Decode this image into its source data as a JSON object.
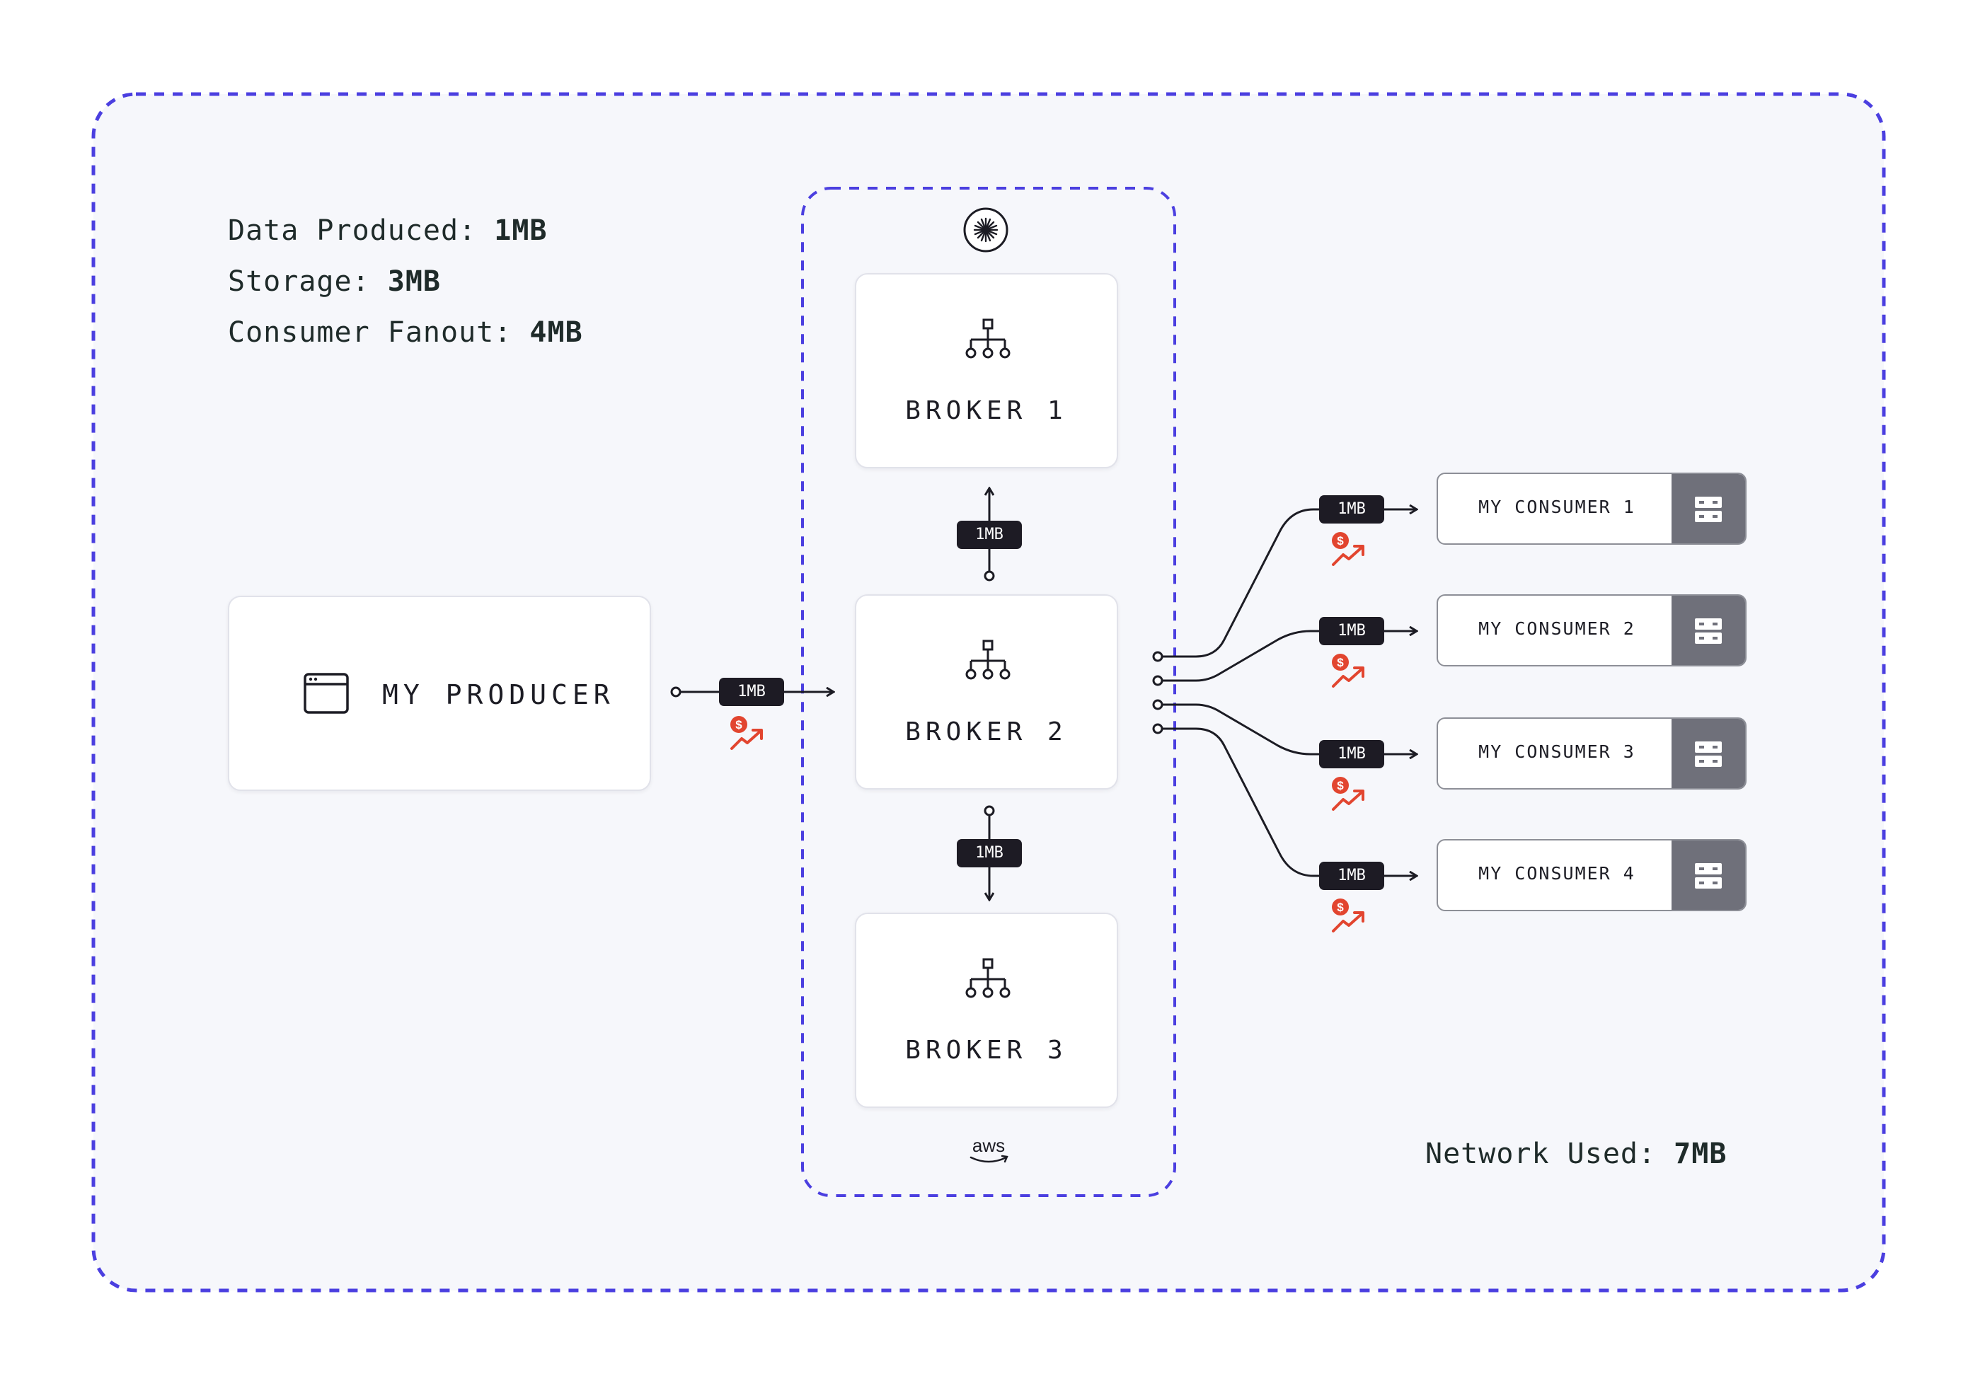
{
  "stats": {
    "data_produced_label": "Data Produced:",
    "data_produced_value": "1MB",
    "storage_label": "Storage:",
    "storage_value": "3MB",
    "fanout_label": "Consumer Fanout:",
    "fanout_value": "4MB"
  },
  "network": {
    "label": "Network Used:",
    "value": "7MB"
  },
  "producer": {
    "label": "MY PRODUCER",
    "icon": "browser-window-icon"
  },
  "brokers": [
    {
      "label": "BROKER 1",
      "icon": "hierarchy-icon"
    },
    {
      "label": "BROKER 2",
      "icon": "hierarchy-icon"
    },
    {
      "label": "BROKER 3",
      "icon": "hierarchy-icon"
    }
  ],
  "consumers": [
    {
      "label": "MY CONSUMER 1",
      "icon": "server-icon"
    },
    {
      "label": "MY CONSUMER 2",
      "icon": "server-icon"
    },
    {
      "label": "MY CONSUMER 3",
      "icon": "server-icon"
    },
    {
      "label": "MY CONSUMER 4",
      "icon": "server-icon"
    }
  ],
  "flows": {
    "producer_to_broker": "1MB",
    "broker2_to_broker1": "1MB",
    "broker2_to_broker3": "1MB",
    "to_consumer_1": "1MB",
    "to_consumer_2": "1MB",
    "to_consumer_3": "1MB",
    "to_consumer_4": "1MB"
  },
  "logos": {
    "top": "confluent-logo",
    "bottom": "aws",
    "cost": "dollar-trend-icon"
  },
  "colors": {
    "dashed_border": "#4b3fe0",
    "region_background": "#f6f7fb",
    "tag_background": "#1d1b24",
    "cost_accent": "#e2452f",
    "consumer_side": "#6f707a"
  }
}
